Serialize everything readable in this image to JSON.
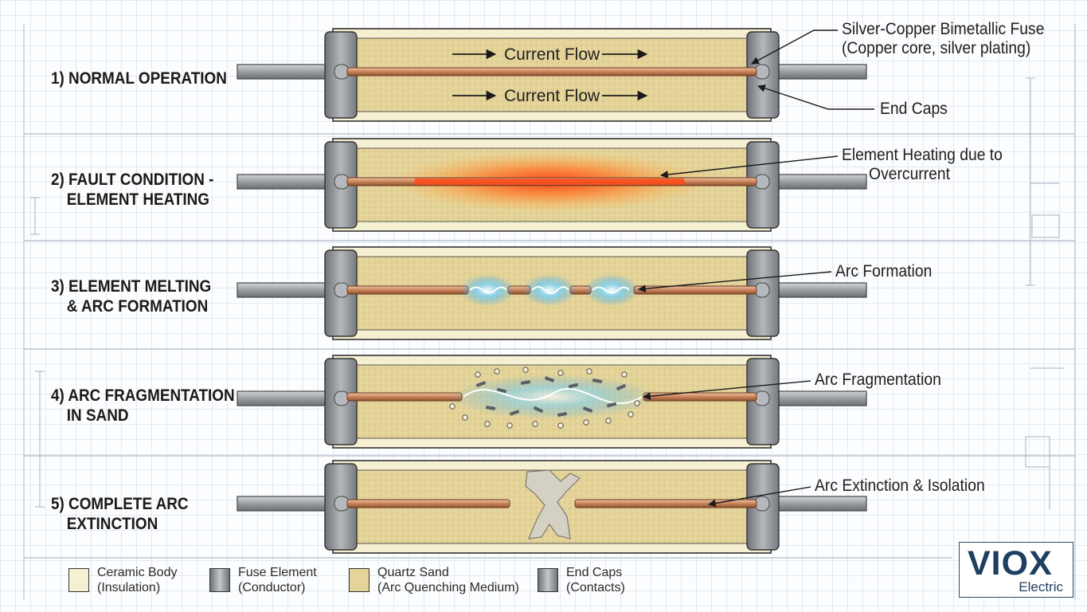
{
  "stages": [
    {
      "line1": "1) NORMAL OPERATION",
      "line2": ""
    },
    {
      "line1": "2) FAULT CONDITION -",
      "line2": "ELEMENT HEATING"
    },
    {
      "line1": "3) ELEMENT MELTING",
      "line2": "& ARC FORMATION"
    },
    {
      "line1": "4) ARC FRAGMENTATION",
      "line2": "IN SAND"
    },
    {
      "line1": "5) COMPLETE ARC",
      "line2": "EXTINCTION"
    }
  ],
  "flow_label": "Current Flow",
  "callouts": {
    "fuse_element": {
      "line1": "Silver-Copper Bimetallic Fuse",
      "line2": "(Copper core, silver plating)"
    },
    "end_caps": "End Caps",
    "heating": {
      "line1": "Element Heating due to",
      "line2": "Overcurrent"
    },
    "arc_formation": "Arc Formation",
    "arc_fragmentation": "Arc Fragmentation",
    "arc_extinction": "Arc Extinction & Isolation"
  },
  "legend": [
    {
      "line1": "Ceramic Body",
      "line2": "(Insulation)",
      "swatch": "ceramic"
    },
    {
      "line1": "Fuse Element",
      "line2": "(Conductor)",
      "swatch": "metal"
    },
    {
      "line1": "Quartz Sand",
      "line2": "(Arc Quenching Medium)",
      "swatch": "sand"
    },
    {
      "line1": "End Caps",
      "line2": "(Contacts)",
      "swatch": "metal"
    }
  ],
  "logo": {
    "name": "VIOX",
    "sub": "Electric"
  },
  "colors": {
    "ceramic": "#f6f0d2",
    "sand": "#e5d49a",
    "copper": "#c8835a",
    "end_cap": "#8c9094",
    "terminal": "#a9adb1",
    "heat": "#ff5a1f",
    "arc": "#48b7f2",
    "logo": "#1e3f5f"
  }
}
